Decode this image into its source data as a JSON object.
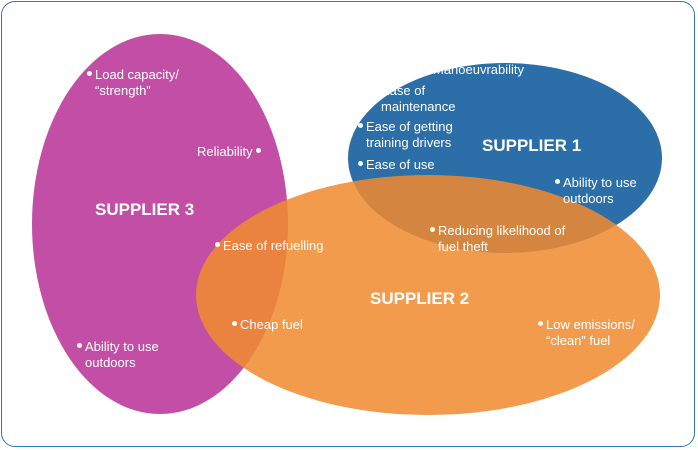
{
  "diagram": {
    "type": "venn",
    "colors": {
      "supplier1": "#2b6ea8",
      "supplier2": "#f08a30",
      "supplier3": "#c24fa5",
      "border": "#2e7ab8",
      "label": "#ffffff"
    },
    "sets": {
      "supplier1": "SUPPLIER 1",
      "supplier2": "SUPPLIER 2",
      "supplier3": "SUPPLIER 3"
    },
    "items": {
      "load_capacity": "Load capacity/\n“strength”",
      "reliability": "Reliability",
      "ability_outdoors_s3": "Ability to use\noutdoors",
      "ease_refuelling": "Ease of refuelling",
      "cheap_fuel": "Cheap fuel",
      "manoeuvrability": "Manoeuvrability",
      "ease_maintenance": "Ease of\nmaintenance",
      "ease_training": "Ease of getting\ntraining drivers",
      "ease_use": "Ease of use",
      "ability_outdoors_s1": "Ability to use\noutdoors",
      "reducing_theft": "Reducing likelihood of\nfuel theft",
      "low_emissions": "Low emissions/\n“clean” fuel"
    }
  }
}
